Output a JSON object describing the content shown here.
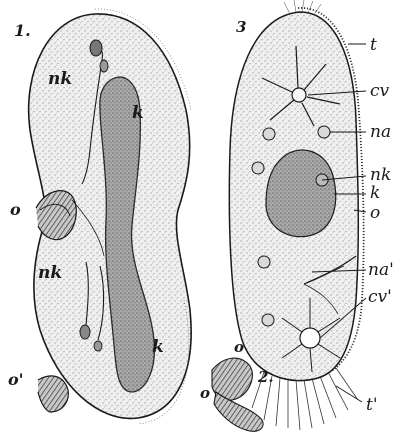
{
  "figure_numbers": {
    "fig1": "1.",
    "fig2": "2.",
    "fig3": "3"
  },
  "labels_fig1": {
    "nk_upper": "nk",
    "k_upper": "k",
    "o_upper": "o",
    "nk_lower": "nk",
    "o_lower": "o'",
    "k_lower": "k"
  },
  "labels_fig2": {
    "o_top": "o",
    "o_bottom": "o"
  },
  "labels_fig3": {
    "t": "t",
    "cv": "cv",
    "na": "na",
    "nk": "nk",
    "k": "k",
    "o": "o",
    "na_prime": "na'",
    "cv_prime": "cv'",
    "t_prime": "t'"
  },
  "colors": {
    "ink": "#1a1a1a",
    "cell": "#eeeeee",
    "nucleus": "#b8b8b8",
    "stipple": "#555555"
  }
}
